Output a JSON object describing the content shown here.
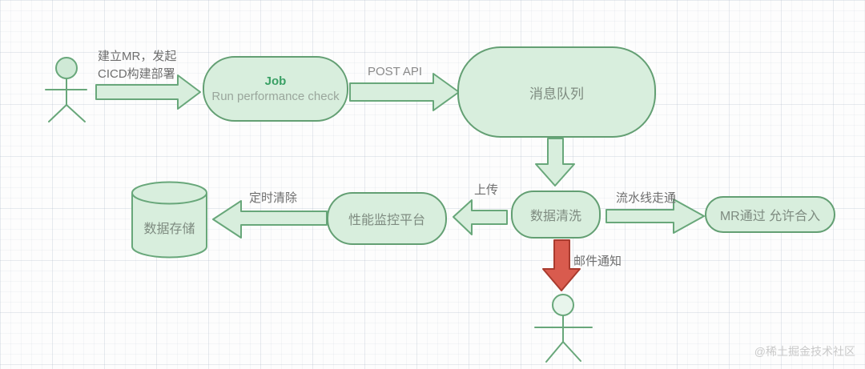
{
  "diagram": {
    "nodes": {
      "job": {
        "title": "Job",
        "subtitle": "Run performance check"
      },
      "message_queue": {
        "label": "消息队列"
      },
      "data_cleaning": {
        "label": "数据清洗"
      },
      "monitor_platform": {
        "label": "性能监控平台"
      },
      "mr_pass": {
        "label": "MR通过 允许合入"
      },
      "data_storage": {
        "label": "数据存储"
      }
    },
    "edges": {
      "create_mr": {
        "label_line1": "建立MR，发起",
        "label_line2": "CICD构建部署"
      },
      "post_api": {
        "label": "POST API"
      },
      "queue_to_cleaning": {
        "label": ""
      },
      "upload": {
        "label": "上传"
      },
      "scheduled_cleanup": {
        "label": "定时清除"
      },
      "pipeline_pass": {
        "label": "流水线走通"
      },
      "email_notify": {
        "label": "邮件通知"
      }
    },
    "icons": {
      "start_actor": "stick-figure-icon",
      "notified_actor": "stick-figure-icon",
      "storage": "database-cylinder-icon"
    },
    "colors": {
      "node_fill": "#d8eedd",
      "node_border": "#639f73",
      "job_title_text": "#3aa065",
      "node_text": "#7e8b80",
      "edge_label_text": "#6e6e6e",
      "alert_arrow_fill": "#d95b4e",
      "alert_arrow_border": "#a93b2e"
    },
    "watermark": "@稀土掘金技术社区"
  }
}
